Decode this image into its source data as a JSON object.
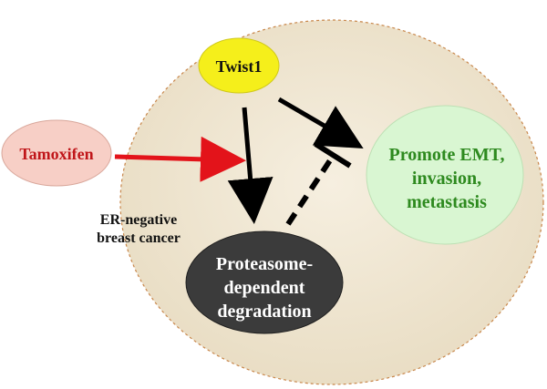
{
  "nodes": {
    "twist1": {
      "label": "Twist1",
      "fill": "#f5ef1b",
      "text_color": "#111111"
    },
    "tamoxifen": {
      "label": "Tamoxifen",
      "fill": "#f7cfc6",
      "text_color": "#c0161a"
    },
    "emt": {
      "lines": [
        "Promote EMT,",
        "invasion,",
        "metastasis"
      ],
      "fill": "#d9f6d2",
      "text_color": "#2e8a1f"
    },
    "proteasome": {
      "lines": [
        "Proteasome-",
        "dependent",
        "degradation"
      ],
      "fill": "#3b3b3b",
      "text_color": "#ffffff"
    }
  },
  "cell_context": {
    "lines": [
      "ER-negative",
      "breast cancer"
    ]
  },
  "colors": {
    "cell_fill": "#efe6d2",
    "cell_border": "#c8864a",
    "arrow_black": "#000000",
    "arrow_red": "#e3131a"
  },
  "edges": [
    {
      "from": "tamoxifen",
      "to": "twist1_degradation_path",
      "type": "activation",
      "color": "red"
    },
    {
      "from": "twist1",
      "to": "proteasome",
      "type": "activation",
      "color": "black"
    },
    {
      "from": "twist1",
      "to": "emt",
      "type": "activation",
      "color": "black"
    },
    {
      "from": "proteasome",
      "to": "emt",
      "type": "inhibition",
      "style": "dashed",
      "color": "black"
    }
  ]
}
